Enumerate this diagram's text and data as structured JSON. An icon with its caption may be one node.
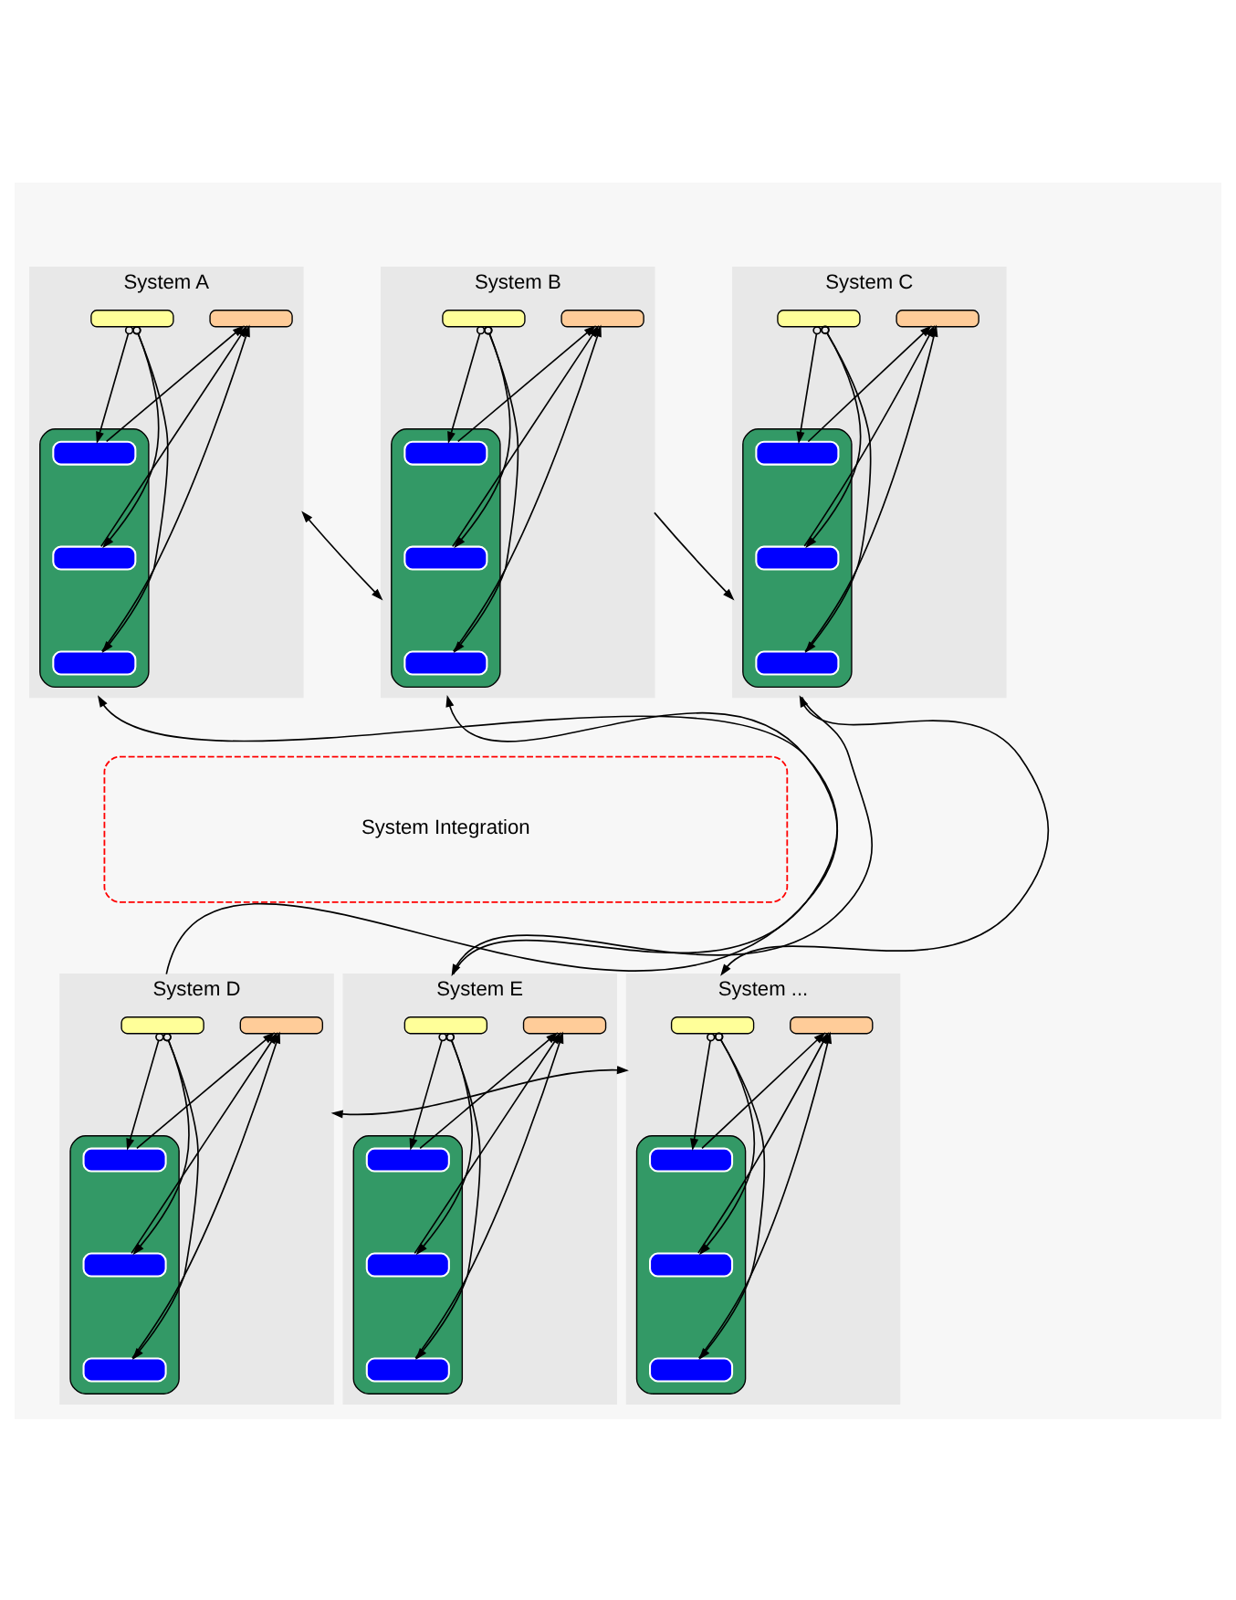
{
  "diagram": {
    "nodes": [
      {
        "text": [
          "System A"
        ]
      },
      {
        "text": [],
        "shape": "box",
        "in": 0
      },
      {
        "text": [],
        "shape": "box",
        "in": 0
      },
      {
        "text": [],
        "shape": "box",
        "in": 0
      },
      {
        "text": [],
        "shape": "box",
        "in": 3
      },
      {
        "text": [],
        "shape": "box",
        "in": 3
      },
      {
        "text": [],
        "shape": "box",
        "in": 3
      },
      {
        "text": [
          "System B"
        ]
      },
      {
        "text": [],
        "shape": "box",
        "in": 7
      },
      {
        "text": [],
        "shape": "box",
        "in": 7
      },
      {
        "text": [],
        "shape": "box",
        "in": 7
      },
      {
        "text": [],
        "shape": "box",
        "in": 10
      },
      {
        "text": [],
        "shape": "box",
        "in": 10
      },
      {
        "text": [],
        "shape": "box",
        "in": 10
      },
      {
        "text": [
          "System C"
        ]
      },
      {
        "text": [],
        "shape": "box",
        "in": 14
      },
      {
        "text": [],
        "shape": "box",
        "in": 14
      },
      {
        "text": [],
        "shape": "box",
        "in": 14
      },
      {
        "text": [],
        "shape": "box",
        "in": 17
      },
      {
        "text": [],
        "shape": "box",
        "in": 17
      },
      {
        "text": [],
        "shape": "box",
        "in": 17
      },
      {
        "text": [
          "System Integration"
        ]
      },
      {
        "text": [
          "System D"
        ]
      },
      {
        "text": [],
        "shape": "box",
        "in": 22
      },
      {
        "text": [],
        "shape": "box",
        "in": 22
      },
      {
        "text": [],
        "shape": "box",
        "in": 22
      },
      {
        "text": [],
        "shape": "box",
        "in": 25
      },
      {
        "text": [],
        "shape": "box",
        "in": 25
      },
      {
        "text": [],
        "shape": "box",
        "in": 25
      },
      {
        "text": [
          "System E"
        ]
      },
      {
        "text": [],
        "shape": "box",
        "in": 29
      },
      {
        "text": [],
        "shape": "box",
        "in": 29
      },
      {
        "text": [],
        "shape": "box",
        "in": 29
      },
      {
        "text": [],
        "shape": "box",
        "in": 32
      },
      {
        "text": [],
        "shape": "box",
        "in": 32
      },
      {
        "text": [],
        "shape": "box",
        "in": 32
      },
      {
        "text": [
          "System ..."
        ]
      },
      {
        "text": [],
        "shape": "box",
        "in": 36
      },
      {
        "text": [],
        "shape": "box",
        "in": 36
      },
      {
        "text": [],
        "shape": "box",
        "in": 36
      },
      {
        "text": [],
        "shape": "box",
        "in": 39
      },
      {
        "text": [],
        "shape": "box",
        "in": 39
      },
      {
        "text": [],
        "shape": "box",
        "in": 39
      }
    ],
    "edges": [
      {
        "from": 1,
        "to": 4,
        "arrow": "to"
      },
      {
        "from": 1,
        "to": 5,
        "arrow": "to"
      },
      {
        "from": 1,
        "to": 6,
        "arrow": "to"
      },
      {
        "from": 4,
        "to": 2,
        "arrow": "to"
      },
      {
        "from": 5,
        "to": 2,
        "arrow": "to"
      },
      {
        "from": 6,
        "to": 2,
        "arrow": "to"
      },
      {
        "from": 8,
        "to": 11,
        "arrow": "to"
      },
      {
        "from": 8,
        "to": 12,
        "arrow": "to"
      },
      {
        "from": 8,
        "to": 13,
        "arrow": "to"
      },
      {
        "from": 11,
        "to": 9,
        "arrow": "to"
      },
      {
        "from": 12,
        "to": 9,
        "arrow": "to"
      },
      {
        "from": 13,
        "to": 9,
        "arrow": "to"
      },
      {
        "from": 15,
        "to": 18,
        "arrow": "to"
      },
      {
        "from": 15,
        "to": 19,
        "arrow": "to"
      },
      {
        "from": 15,
        "to": 20,
        "arrow": "to"
      },
      {
        "from": 18,
        "to": 16,
        "arrow": "to"
      },
      {
        "from": 19,
        "to": 16,
        "arrow": "to"
      },
      {
        "from": 20,
        "to": 16,
        "arrow": "to"
      },
      {
        "from": 0,
        "to": 7,
        "arrow": "both"
      },
      {
        "from": 7,
        "to": 14,
        "arrow": "to"
      },
      {
        "from": 29,
        "to": 0,
        "arrow": "to"
      },
      {
        "from": 22,
        "to": 7,
        "arrow": "to"
      },
      {
        "from": 14,
        "to": 29,
        "arrow": "to"
      },
      {
        "from": 22,
        "to": 36,
        "arrow": "both"
      },
      {
        "from": 14,
        "to": 36,
        "arrow": "both"
      },
      {
        "from": 23,
        "to": 26,
        "arrow": "to"
      },
      {
        "from": 23,
        "to": 27,
        "arrow": "to"
      },
      {
        "from": 23,
        "to": 28,
        "arrow": "to"
      },
      {
        "from": 26,
        "to": 24,
        "arrow": "to"
      },
      {
        "from": 27,
        "to": 24,
        "arrow": "to"
      },
      {
        "from": 28,
        "to": 24,
        "arrow": "to"
      },
      {
        "from": 30,
        "to": 33,
        "arrow": "to"
      },
      {
        "from": 30,
        "to": 34,
        "arrow": "to"
      },
      {
        "from": 30,
        "to": 35,
        "arrow": "to"
      },
      {
        "from": 33,
        "to": 31,
        "arrow": "to"
      },
      {
        "from": 34,
        "to": 31,
        "arrow": "to"
      },
      {
        "from": 35,
        "to": 31,
        "arrow": "to"
      },
      {
        "from": 37,
        "to": 40,
        "arrow": "to"
      },
      {
        "from": 37,
        "to": 41,
        "arrow": "to"
      },
      {
        "from": 37,
        "to": 42,
        "arrow": "to"
      },
      {
        "from": 40,
        "to": 38,
        "arrow": "to"
      },
      {
        "from": 41,
        "to": 38,
        "arrow": "to"
      },
      {
        "from": 42,
        "to": 38,
        "arrow": "to"
      }
    ]
  }
}
